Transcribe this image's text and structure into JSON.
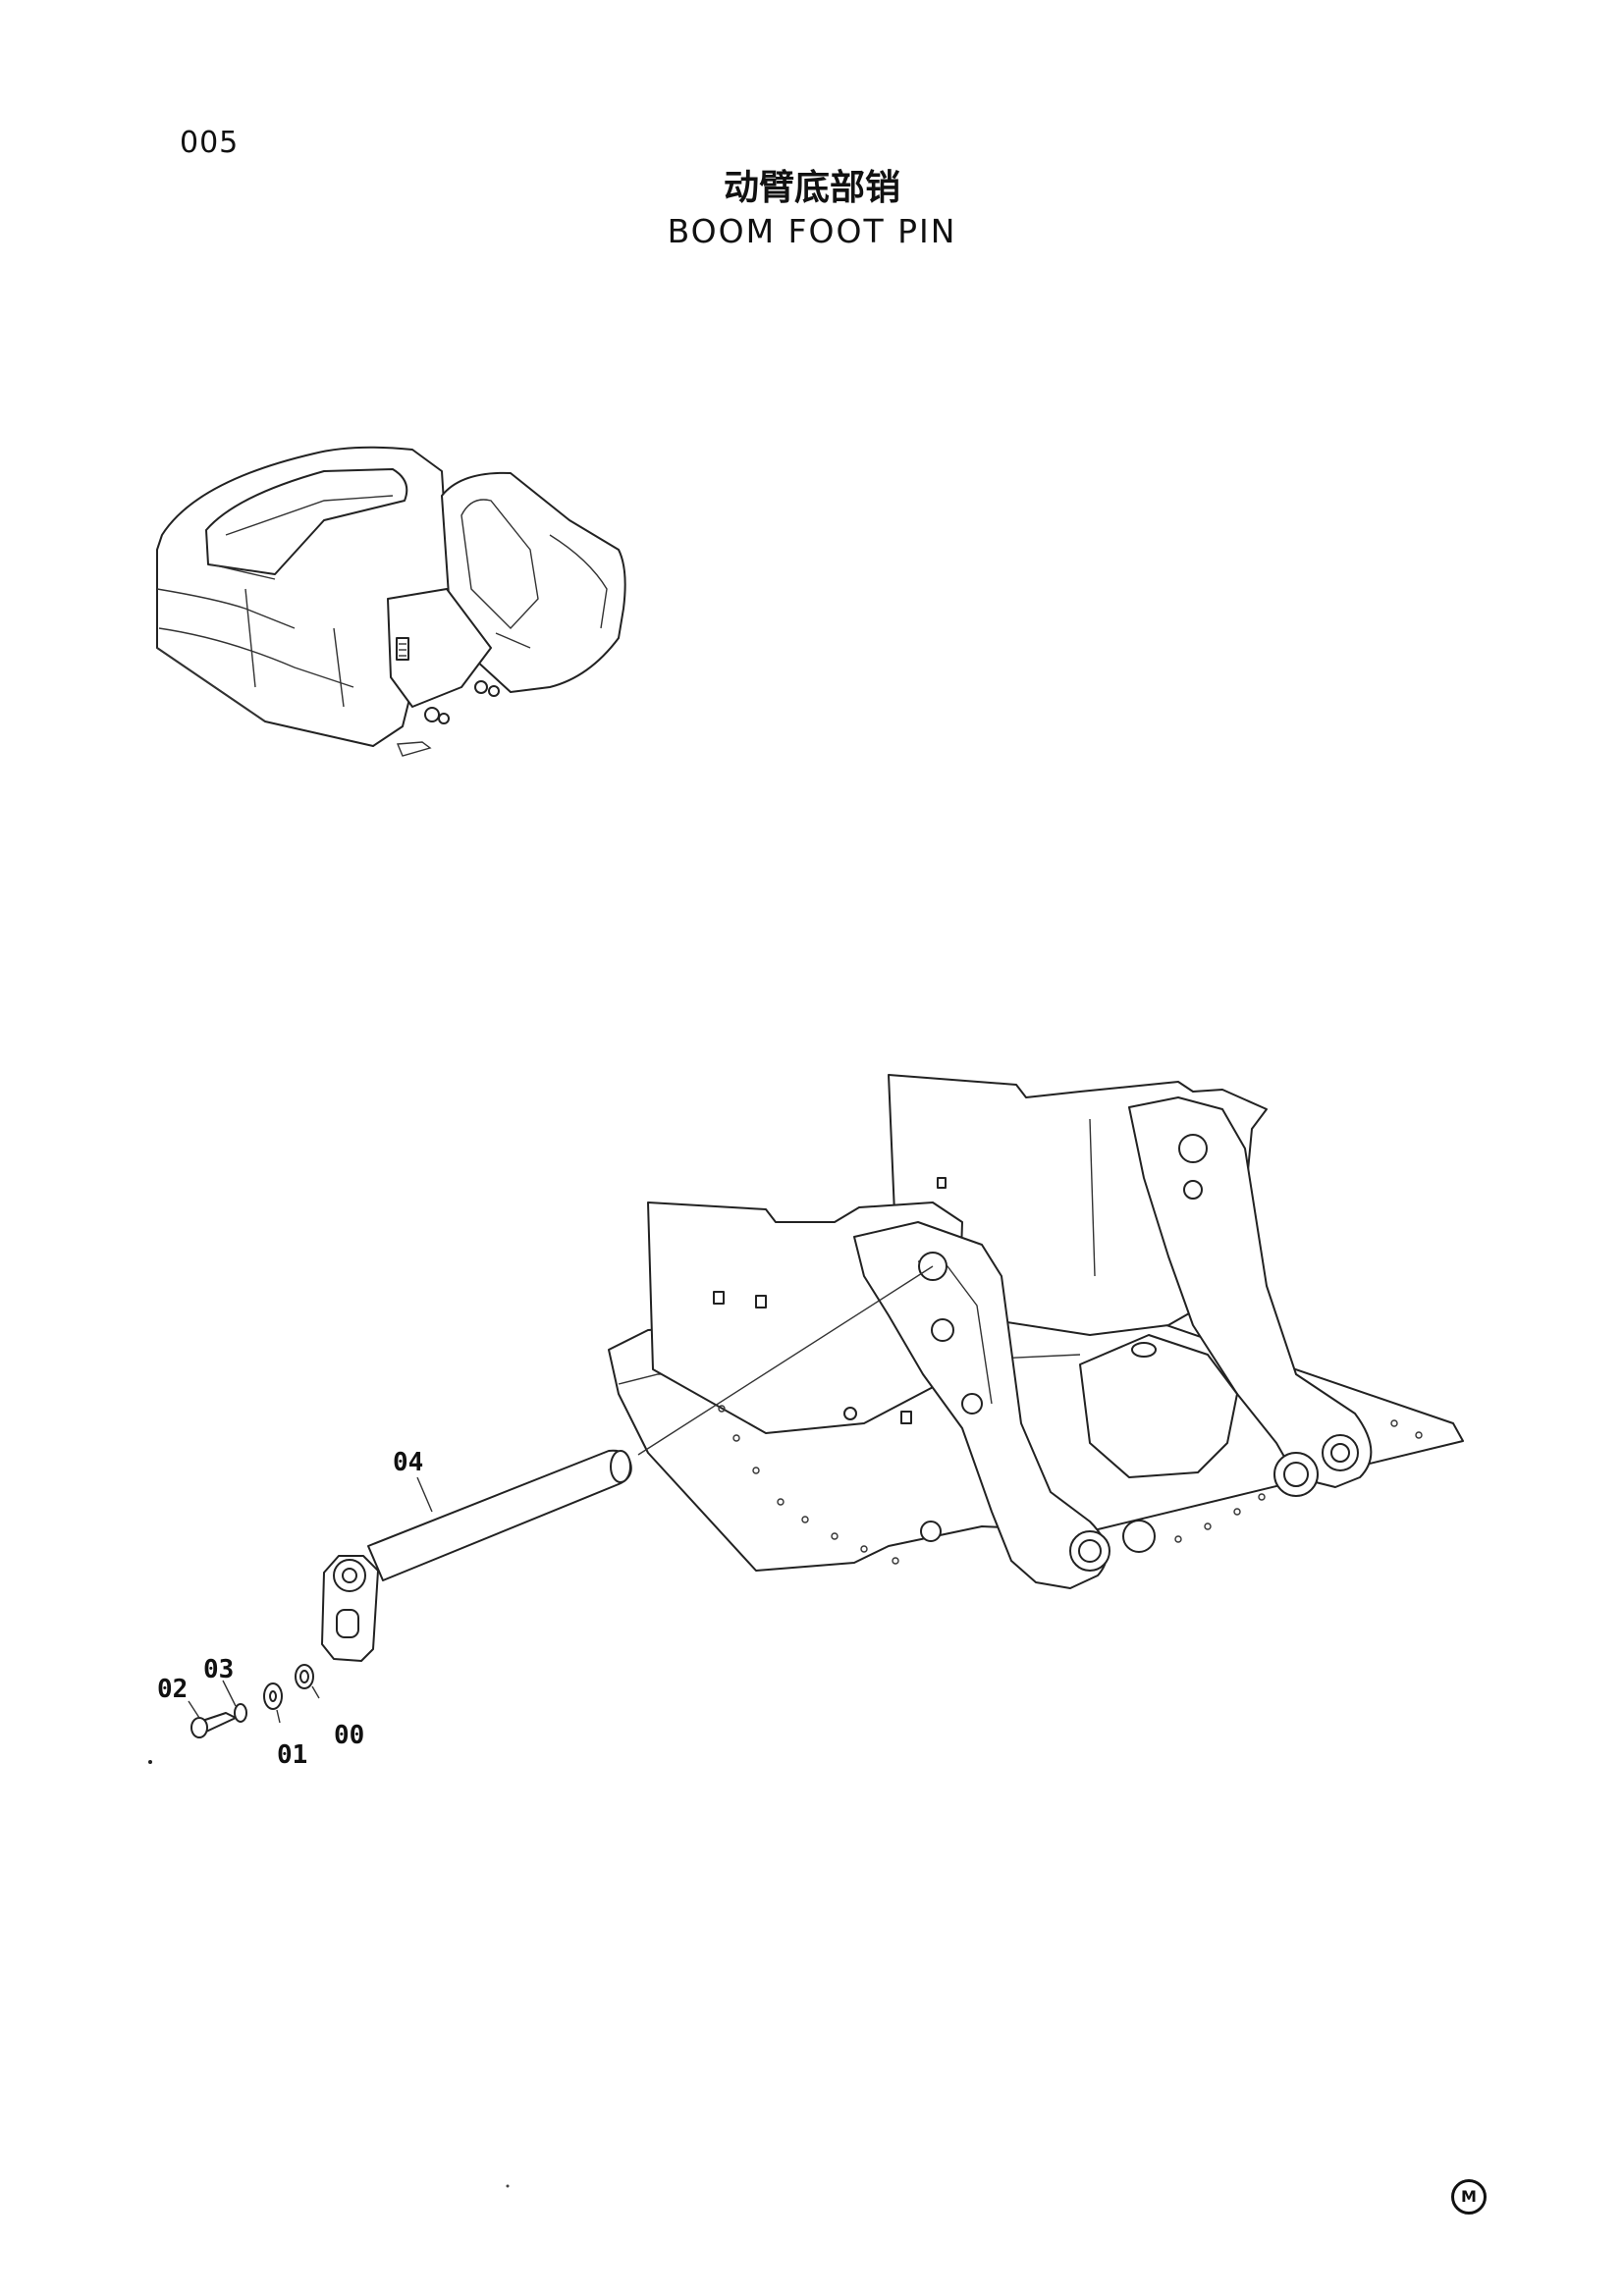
{
  "page_code": "005",
  "title_cn": "动臂底部销",
  "title_en": "BOOM  FOOT  PIN",
  "callouts": {
    "c04": "04",
    "c03": "03",
    "c02": "02",
    "c01": "01",
    "c00": "00"
  },
  "corner_mark": "M"
}
